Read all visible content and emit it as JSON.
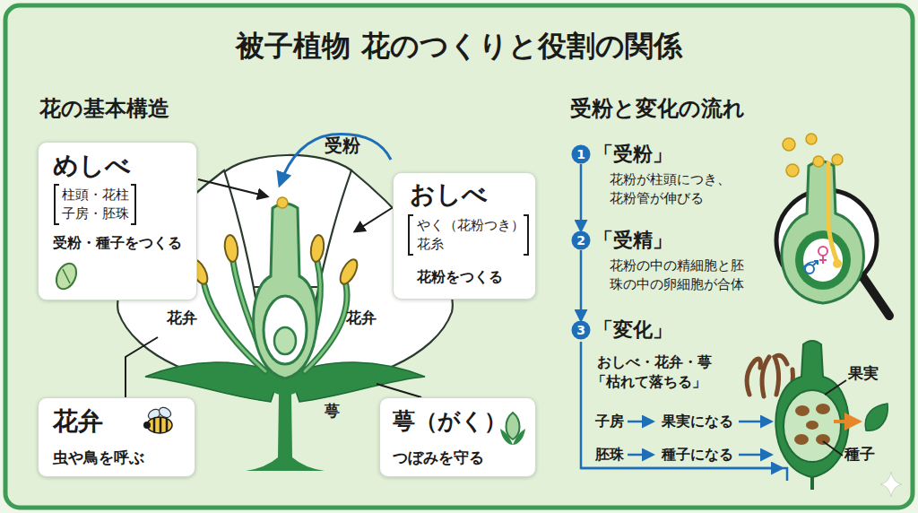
{
  "diagram": {
    "title": "被子植物 花のつくりと役割の関係",
    "nodes": [
      {
        "text": [
          "めしべ",
          "柱頭・花柱 子房・胚珠",
          "受粉・種子をつくる"
        ]
      },
      {
        "text": [
          "おしべ",
          "やく（花粉つき） 花糸",
          "花粉をつくる"
        ]
      },
      {
        "text": [
          "花弁",
          "虫や鳥を呼ぶ"
        ]
      },
      {
        "text": [
          "萼（がく）",
          "つぼみを守る"
        ]
      },
      {
        "text": [
          "1"
        ]
      },
      {
        "text": [
          "2"
        ]
      },
      {
        "text": [
          "3"
        ]
      }
    ],
    "edges": [
      {
        "from": 4,
        "to": 5,
        "arrow": "to"
      },
      {
        "from": 5,
        "to": 6,
        "arrow": "to"
      }
    ],
    "labels": [
      "花の基本構造",
      "受粉と変化の流れ",
      "受粉",
      "花弁",
      "花弁",
      "萼",
      "「受粉」",
      "花粉が柱頭につき、花粉管が伸びる",
      "「受精」",
      "花粉の中の精細胞と胚珠の中の卵細胞が合体",
      "「変化」",
      "おしべ・花弁・萼",
      "「枯れて落ちる」",
      "子房",
      "果実になる",
      "胚珠",
      "種子になる",
      "果実",
      "種子"
    ]
  }
}
